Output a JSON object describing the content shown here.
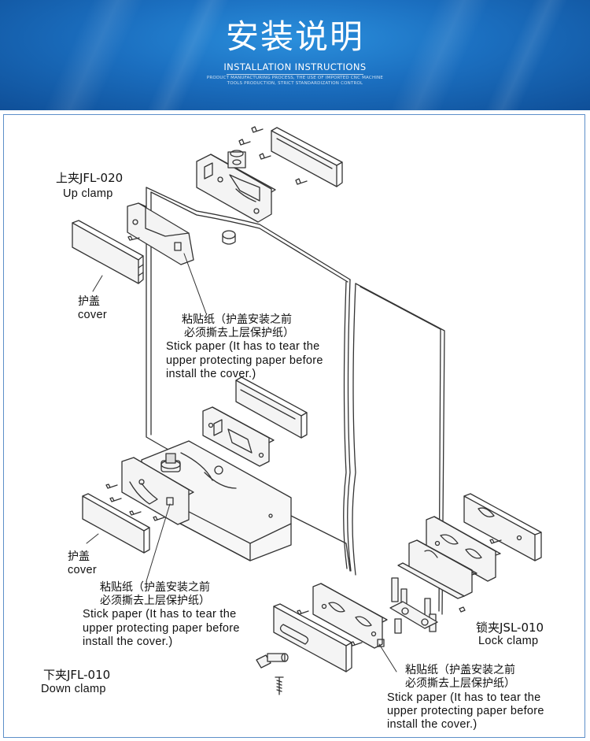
{
  "banner": {
    "title": "安装说明",
    "subtitle": "INSTALLATION INSTRUCTIONS",
    "small_line1": "PRODUCT MANUFACTURING PROCESS, THE USE OF IMPORTED CNC MACHINE",
    "small_line2": "TOOLS PRODUCTION, STRICT STANDARDIZATION CONTROL"
  },
  "labels": {
    "up_clamp_zh": "上夹JFL-020",
    "up_clamp_en": "Up clamp",
    "cover_top_zh": "护盖",
    "cover_top_en": "cover",
    "stick1_zh_line1": "粘贴纸（护盖安装之前",
    "stick1_zh_line2": "必须撕去上层保护纸）",
    "stick1_en_line1": "Stick paper (It has to tear the",
    "stick1_en_line2": "upper protecting paper before",
    "stick1_en_line3": "install the cover.)",
    "cover_bottom_zh": "护盖",
    "cover_bottom_en": "cover",
    "stick2_zh_line1": "粘贴纸（护盖安装之前",
    "stick2_zh_line2": "必须撕去上层保护纸）",
    "stick2_en_line1": "Stick paper (It has to tear the",
    "stick2_en_line2": "upper protecting paper before",
    "stick2_en_line3": "install the cover.)",
    "down_clamp_zh": "下夹JFL-010",
    "down_clamp_en": "Down clamp",
    "lock_clamp_zh": "锁夹JSL-010",
    "lock_clamp_en": "Lock clamp",
    "stick3_zh_line1": "粘贴纸（护盖安装之前",
    "stick3_zh_line2": "必须撕去上层保护纸）",
    "stick3_en_line1": "Stick paper (It has to tear the",
    "stick3_en_line2": "upper protecting paper before",
    "stick3_en_line3": "install the cover.)"
  },
  "colors": {
    "banner_blue": "#1b6fc0",
    "frame_border": "#5d8fc9",
    "line": "#333333",
    "part_fill": "#f4f4f4"
  }
}
